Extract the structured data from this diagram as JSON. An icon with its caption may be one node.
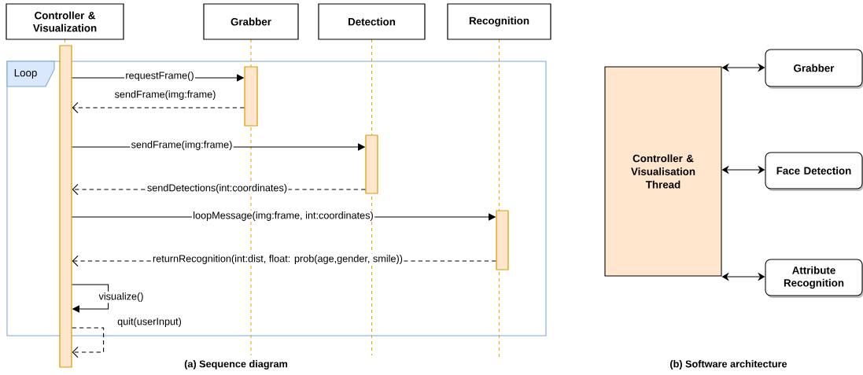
{
  "diagram": {
    "nodes": [
      {
        "text": [
          "Controller & Visualization"
        ]
      },
      {
        "text": [
          "Grabber"
        ]
      },
      {
        "text": [
          "Detection"
        ]
      },
      {
        "text": [
          "Recognition"
        ]
      },
      {
        "text": [
          "Loop"
        ]
      },
      {
        "text": [],
        "shape": "bar"
      },
      {
        "text": [],
        "shape": "bar",
        "in": 4
      },
      {
        "text": [],
        "shape": "bar",
        "in": 4
      },
      {
        "text": [],
        "shape": "bar",
        "in": 4
      },
      {
        "text": [
          "Controller & Visualisation Thread"
        ]
      },
      {
        "text": [
          "Grabber"
        ]
      },
      {
        "text": [
          "Face Detection"
        ]
      },
      {
        "text": [
          "Attribute Recognition"
        ]
      }
    ],
    "edges": [
      {
        "from": 5,
        "to": 6,
        "arrow": "to",
        "label": "requestFrame()"
      },
      {
        "from": 6,
        "to": 5,
        "arrow": "to",
        "label": "sendFrame(img:frame)",
        "style": "dashed"
      },
      {
        "from": 5,
        "to": 7,
        "arrow": "to",
        "label": "sendFrame(img:frame)"
      },
      {
        "from": 7,
        "to": 5,
        "arrow": "to",
        "label": "sendDetections(int:coordinates)",
        "style": "dashed"
      },
      {
        "from": 5,
        "to": 8,
        "arrow": "to",
        "label": "loopMessage(img:frame, int:coordinates)"
      },
      {
        "from": 8,
        "to": 5,
        "arrow": "to",
        "label": "returnRecognition(int:dist, float: prob(age,gender, smile))",
        "style": "dashed"
      },
      {
        "from": 5,
        "to": 5,
        "arrow": "to",
        "label": "visualize()"
      },
      {
        "from": 5,
        "to": 5,
        "arrow": "to",
        "label": "quit(userInput)",
        "style": "dashed"
      },
      {
        "from": 9,
        "to": 10,
        "arrow": "both"
      },
      {
        "from": 9,
        "to": 11,
        "arrow": "both"
      },
      {
        "from": 9,
        "to": 12,
        "arrow": "both"
      }
    ],
    "labels": [
      "(a) Sequence diagram",
      "(b) Software architecture"
    ]
  }
}
